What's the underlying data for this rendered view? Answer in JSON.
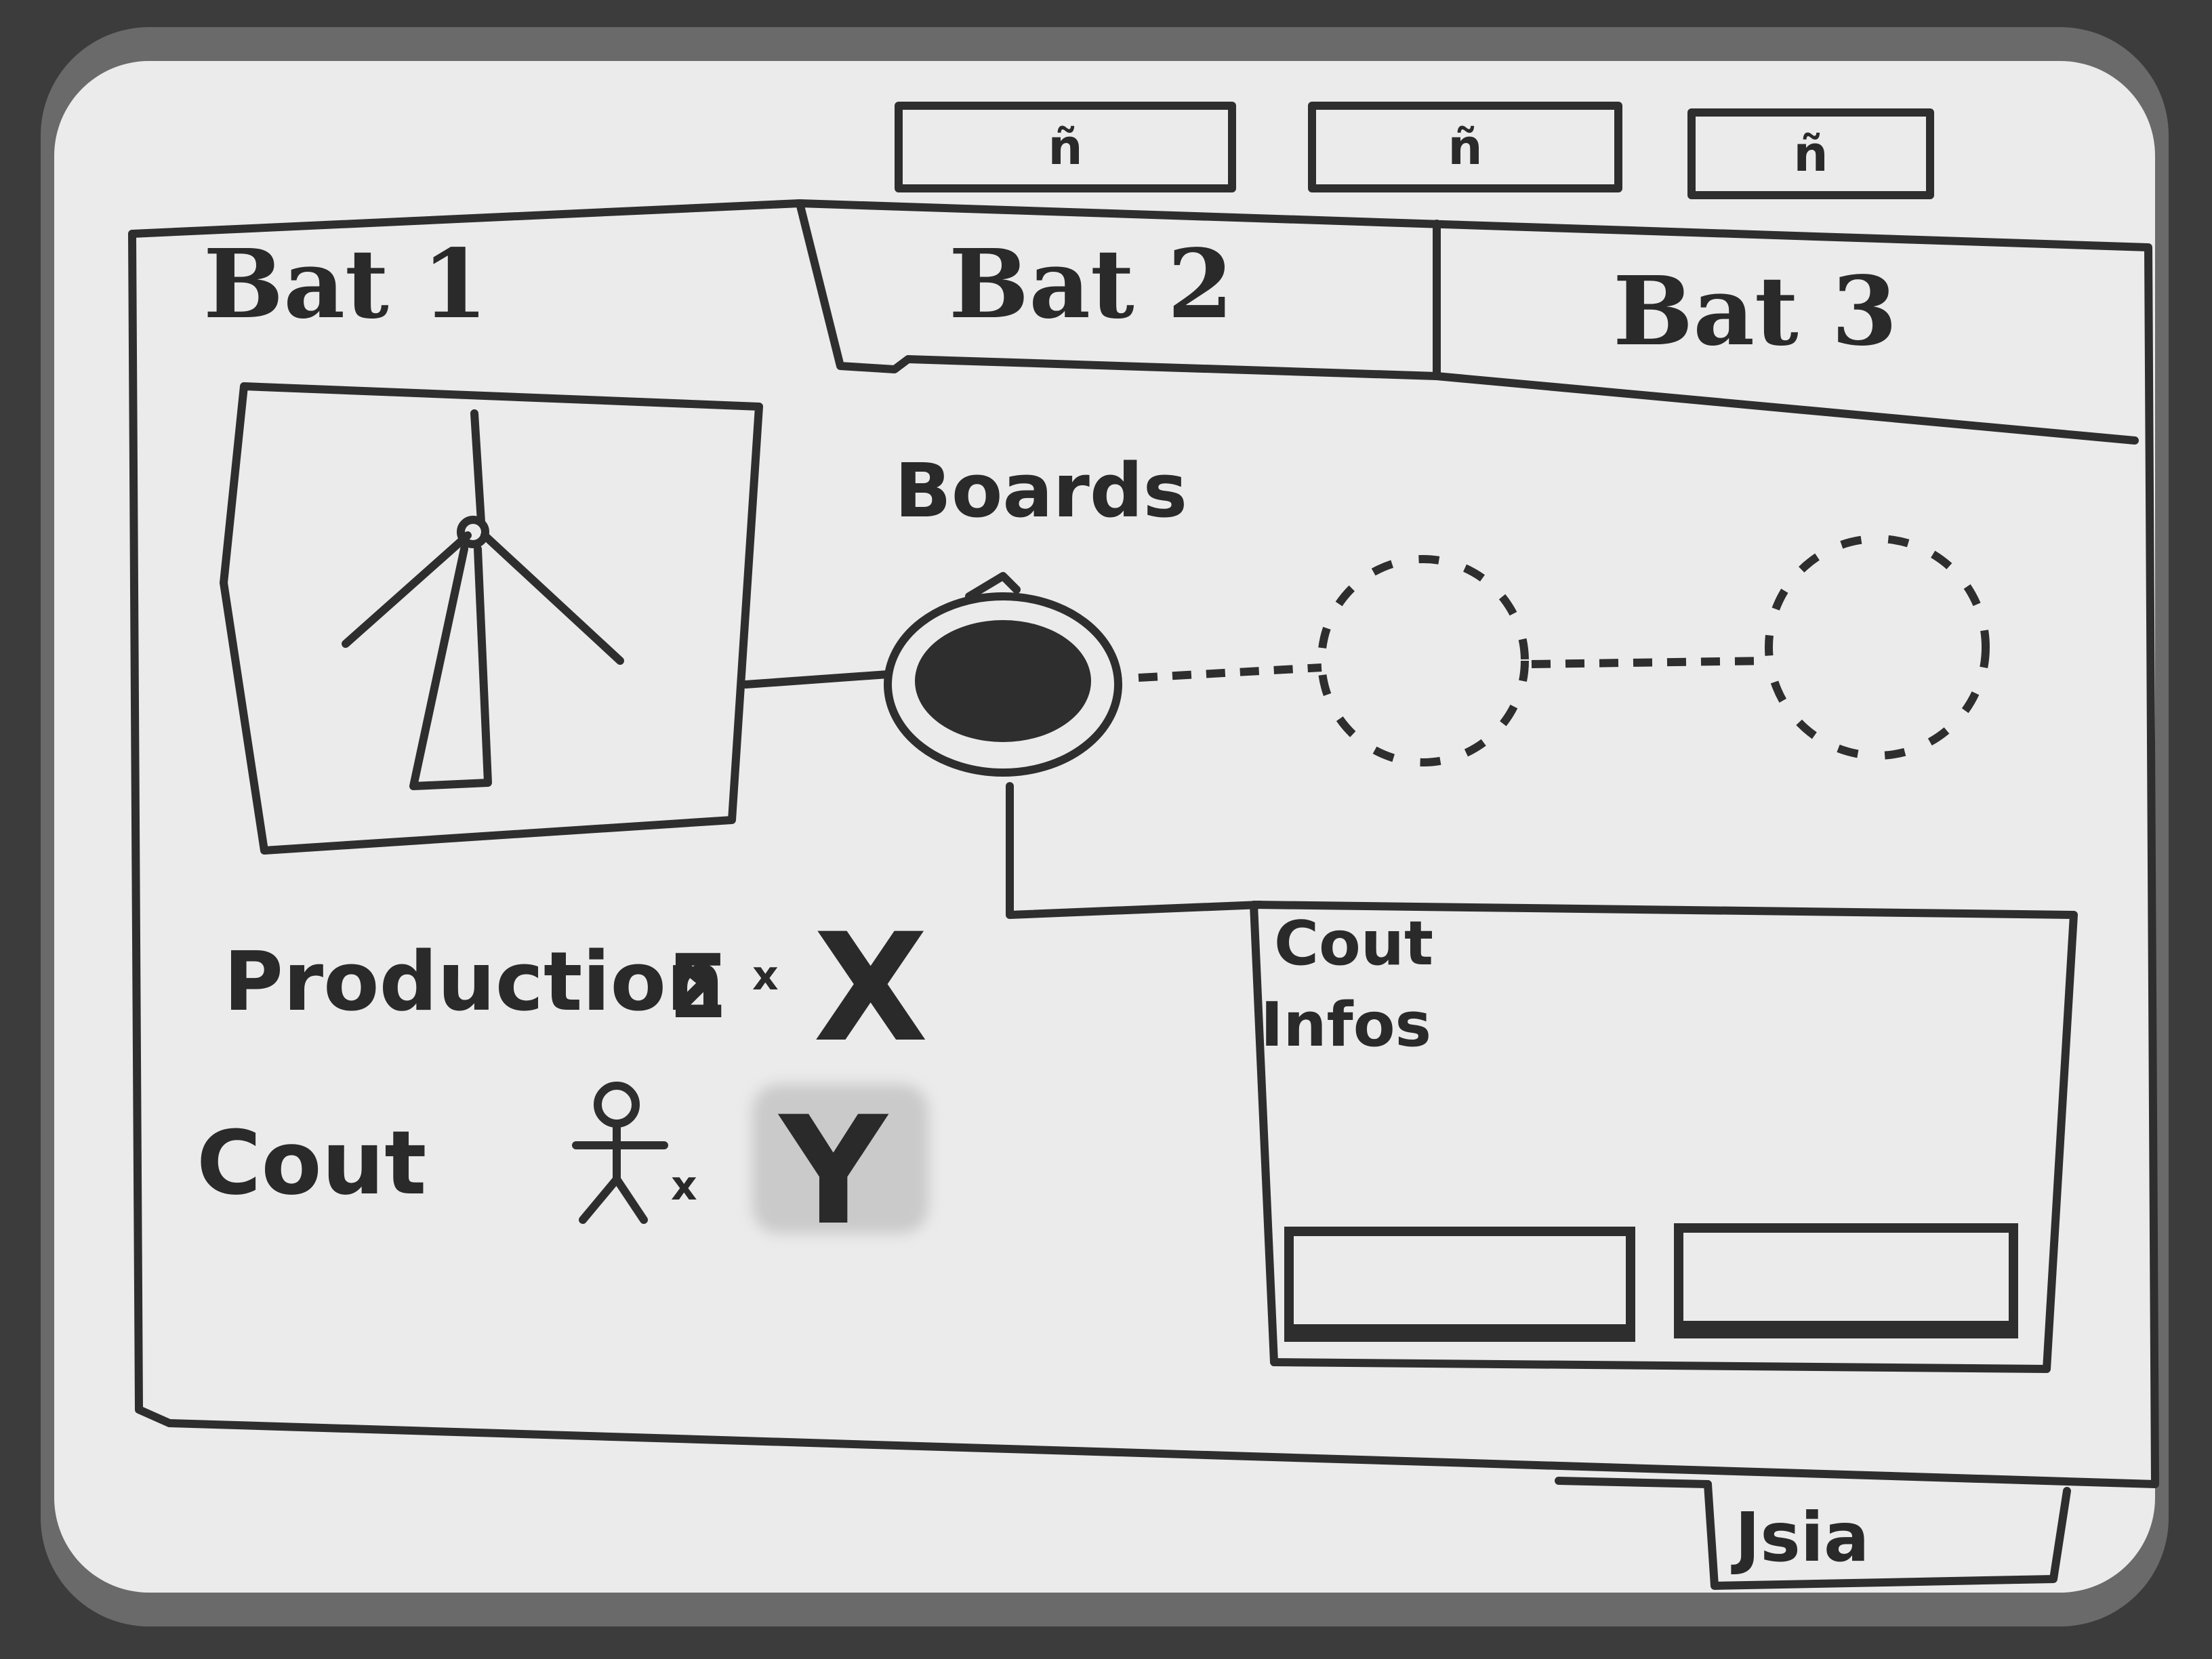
{
  "header_buttons": [
    {
      "label": "ñ"
    },
    {
      "label": "ñ"
    },
    {
      "label": "ñ"
    }
  ],
  "tabs": [
    {
      "label": "Bat 1"
    },
    {
      "label": "Bat 2"
    },
    {
      "label": "Bat 3"
    }
  ],
  "diagram": {
    "label": "Boards"
  },
  "stats": {
    "production_label": "Production",
    "production_value": "X",
    "cost_label": "Cout",
    "cost_value": "Y",
    "multiplier": "x"
  },
  "info_panel": {
    "title_line1": "Cout",
    "title_line2": "Infos"
  },
  "footer": {
    "button_label": "Jsia"
  },
  "icons": {
    "turbine": "wind-turbine-icon",
    "person": "person-icon",
    "sum": "sigma-icon"
  }
}
